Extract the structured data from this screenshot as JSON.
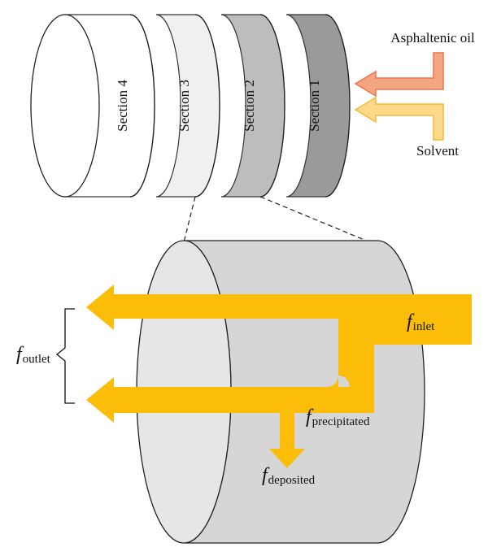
{
  "sections": [
    {
      "label": "Section 4",
      "fill": "#ffffff"
    },
    {
      "label": "Section 3",
      "fill": "#f0f0f0"
    },
    {
      "label": "Section 2",
      "fill": "#bdbdbd"
    },
    {
      "label": "Section 1",
      "fill": "#9a9a9a"
    }
  ],
  "inputs": {
    "oil_label": "Asphaltenic oil",
    "solvent_label": "Solvent",
    "oil_color": "#f4a582",
    "oil_stroke": "#e8774e",
    "solvent_color": "#fdd98a",
    "solvent_stroke": "#f6b73c"
  },
  "flows": {
    "outlet": {
      "symbol": "f",
      "subscript": "outlet"
    },
    "inlet": {
      "symbol": "f",
      "subscript": "inlet"
    },
    "precipitated": {
      "symbol": "f",
      "subscript": "precipitated"
    },
    "deposited": {
      "symbol": "f",
      "subscript": "deposited"
    },
    "arrow_color": "#fbbd08"
  },
  "zoom_cylinder": {
    "face_fill": "#e6e6e6",
    "body_fill": "#d6d6d6"
  }
}
